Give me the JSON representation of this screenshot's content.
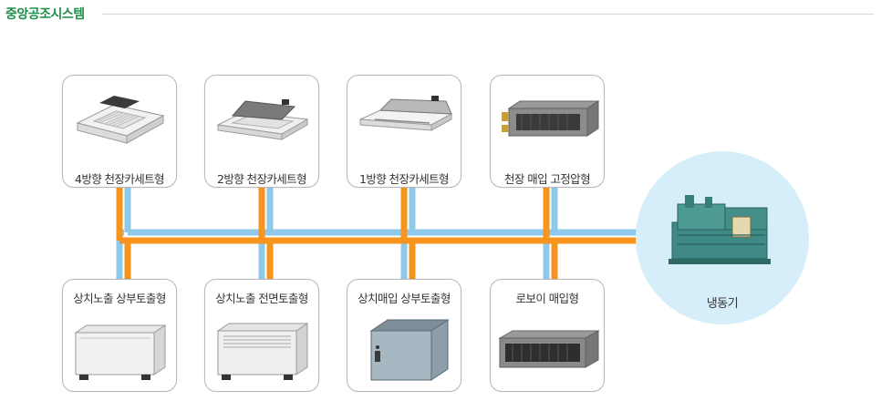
{
  "header": {
    "title": "중앙공조시스템"
  },
  "diagram": {
    "colors": {
      "supply_pipe": "#f7941d",
      "return_pipe": "#8ec9ea",
      "accent_green": "#1e8f4a",
      "chiller_bg": "#d6eefa"
    },
    "top_units": [
      {
        "label": "4방향 천장카세트형",
        "icon": "four-way-cassette-icon"
      },
      {
        "label": "2방향 천장카세트형",
        "icon": "two-way-cassette-icon"
      },
      {
        "label": "1방향 천장카세트형",
        "icon": "one-way-cassette-icon"
      },
      {
        "label": "천장 매입 고정압형",
        "icon": "ceiling-duct-icon"
      }
    ],
    "bottom_units": [
      {
        "label": "상치노출 상부토출형",
        "icon": "floor-exposed-top-icon"
      },
      {
        "label": "상치노출 전면토출형",
        "icon": "floor-exposed-front-icon"
      },
      {
        "label": "상치매입 상부토출형",
        "icon": "floor-concealed-top-icon"
      },
      {
        "label": "로보이 매입형",
        "icon": "lowboy-concealed-icon"
      }
    ],
    "chiller": {
      "label": "냉동기",
      "icon": "chiller-icon"
    }
  }
}
